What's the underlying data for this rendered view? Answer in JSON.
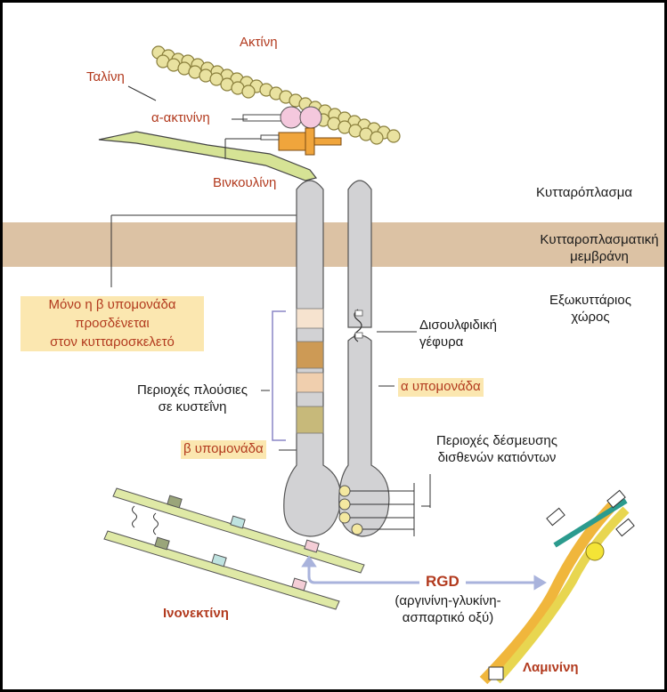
{
  "labels": {
    "aktini": "Ακτίνη",
    "talini": "Ταλίνη",
    "a_aktinini": "α-ακτινίνη",
    "vinkoulini": "Βινκουλίνη",
    "kyttaroplasma": "Κυτταρόπλασμα",
    "membrane_line1": "Κυτταροπλασματική",
    "membrane_line2": "μεμβράνη",
    "exo_line1": "Εξωκυττάριος",
    "exo_line2": "χώρος",
    "mono_line1": "Μόνο η β υπομονάδα",
    "mono_line2": "προσδένεται",
    "mono_line3": "στον κυτταροσκελετό",
    "disulf_line1": "Δισουλφιδική",
    "disulf_line2": "γέφυρα",
    "a_subunit": "α υπομονάδα",
    "cys_line1": "Περιοχές πλούσιες",
    "cys_line2": "σε κυστεΐνη",
    "b_subunit": "β υπομονάδα",
    "cation_line1": "Περιοχές δέσμευσης",
    "cation_line2": "δισθενών κατιόντων",
    "rgd": "RGD",
    "rgd_line1": "(αργινίνη-γλυκίνη-",
    "rgd_line2": "ασπαρτικό οξύ)",
    "inonektini": "Ινονεκτίνη",
    "laminini": "Λαμινίνη"
  },
  "colors": {
    "membrane": "#dcc2a4",
    "subunit": "#d2d2d4",
    "rod": "#dfe9a6",
    "actin": "#e9e2a0",
    "talin_bar": "#d6e395",
    "vinculin": "#f0a53c",
    "a_actinin": "#f4c8dd",
    "red_text": "#b23a1e",
    "highlight": "#fbe7b0",
    "arrow": "#a9b3dc"
  }
}
